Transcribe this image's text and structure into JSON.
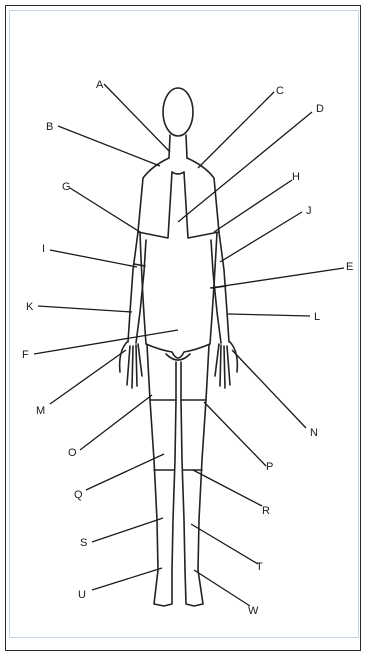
{
  "labels": [
    {
      "id": "A",
      "text": "A"
    },
    {
      "id": "B",
      "text": "B"
    },
    {
      "id": "C",
      "text": "C"
    },
    {
      "id": "D",
      "text": "D"
    },
    {
      "id": "E",
      "text": "E"
    },
    {
      "id": "F",
      "text": "F"
    },
    {
      "id": "G",
      "text": "G"
    },
    {
      "id": "H",
      "text": "H"
    },
    {
      "id": "I",
      "text": "I"
    },
    {
      "id": "J",
      "text": "J"
    },
    {
      "id": "K",
      "text": "K"
    },
    {
      "id": "L",
      "text": "L"
    },
    {
      "id": "M",
      "text": "M"
    },
    {
      "id": "N",
      "text": "N"
    },
    {
      "id": "O",
      "text": "O"
    },
    {
      "id": "P",
      "text": "P"
    },
    {
      "id": "Q",
      "text": "Q"
    },
    {
      "id": "R",
      "text": "R"
    },
    {
      "id": "S",
      "text": "S"
    },
    {
      "id": "T",
      "text": "T"
    },
    {
      "id": "U",
      "text": "U"
    },
    {
      "id": "W",
      "text": "W"
    }
  ]
}
